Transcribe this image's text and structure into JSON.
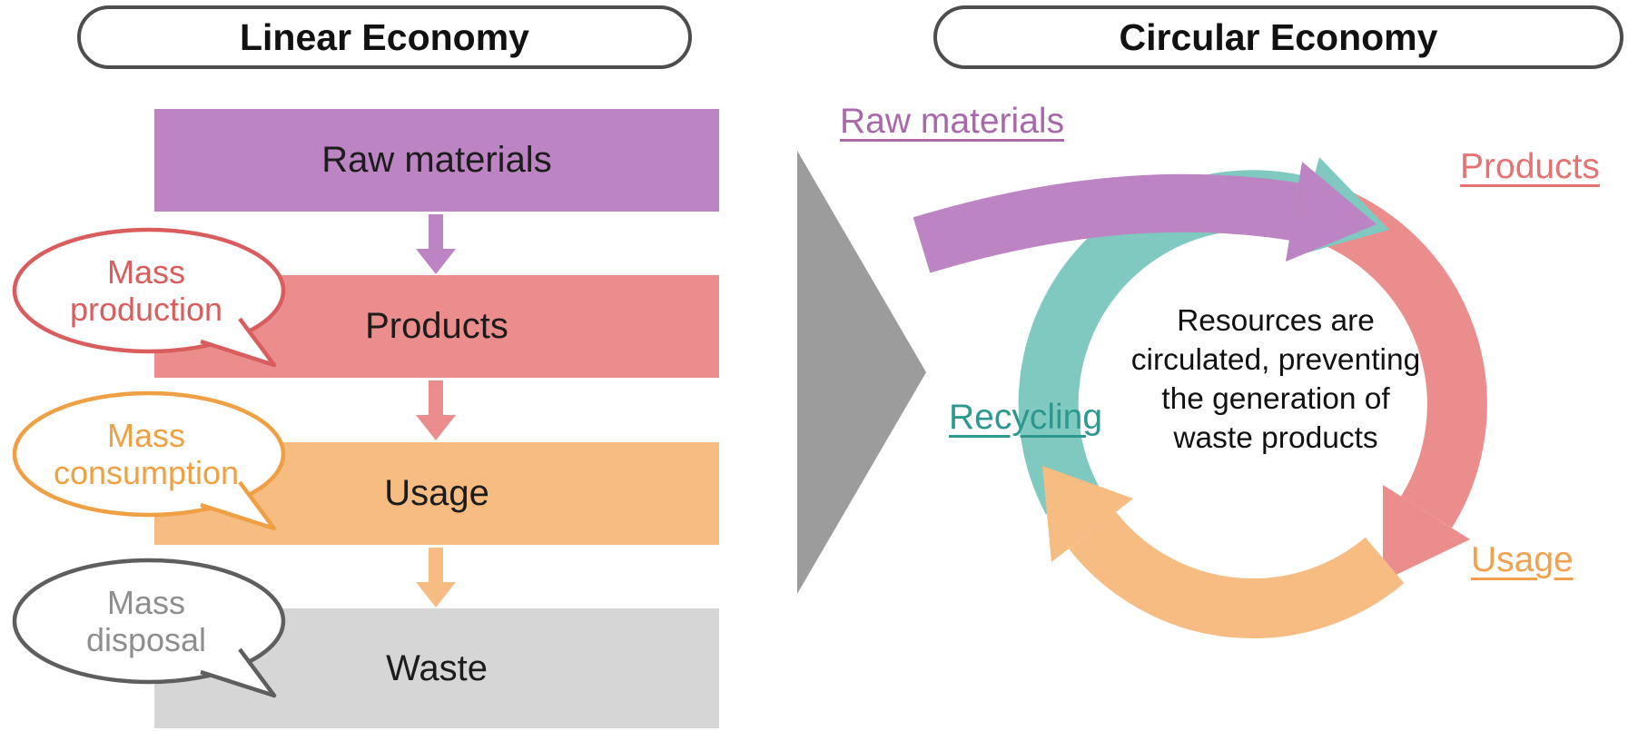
{
  "linear": {
    "title": "Linear Economy",
    "stages": [
      {
        "label": "Raw materials"
      },
      {
        "label": "Products"
      },
      {
        "label": "Usage"
      },
      {
        "label": "Waste"
      }
    ],
    "bubbles": [
      {
        "line1": "Mass",
        "line2": "production"
      },
      {
        "line1": "Mass",
        "line2": "consumption"
      },
      {
        "line1": "Mass",
        "line2": "disposal"
      }
    ]
  },
  "circular": {
    "title": "Circular Economy",
    "labels": {
      "raw_materials": "Raw materials",
      "products": "Products",
      "recycling": "Recycling",
      "usage": "Usage"
    },
    "center_lines": [
      "Resources are",
      "circulated, preventing",
      "the generation of",
      "waste products"
    ]
  },
  "colors": {
    "raw_materials": "#bd84c3",
    "products": "#ec8d8d",
    "usage": "#f6bc81",
    "waste": "#d6d6d6",
    "recycling": "#7fc9c1",
    "transition_arrow": "#9c9c9c",
    "mass_production": "#d95d5d",
    "mass_consumption": "#f0a044",
    "mass_disposal": "#5e5e5e",
    "raw_materials_label": "#a868aa",
    "products_label": "#e57373",
    "recycling_label": "#2d998e",
    "usage_label": "#f2a24f"
  }
}
